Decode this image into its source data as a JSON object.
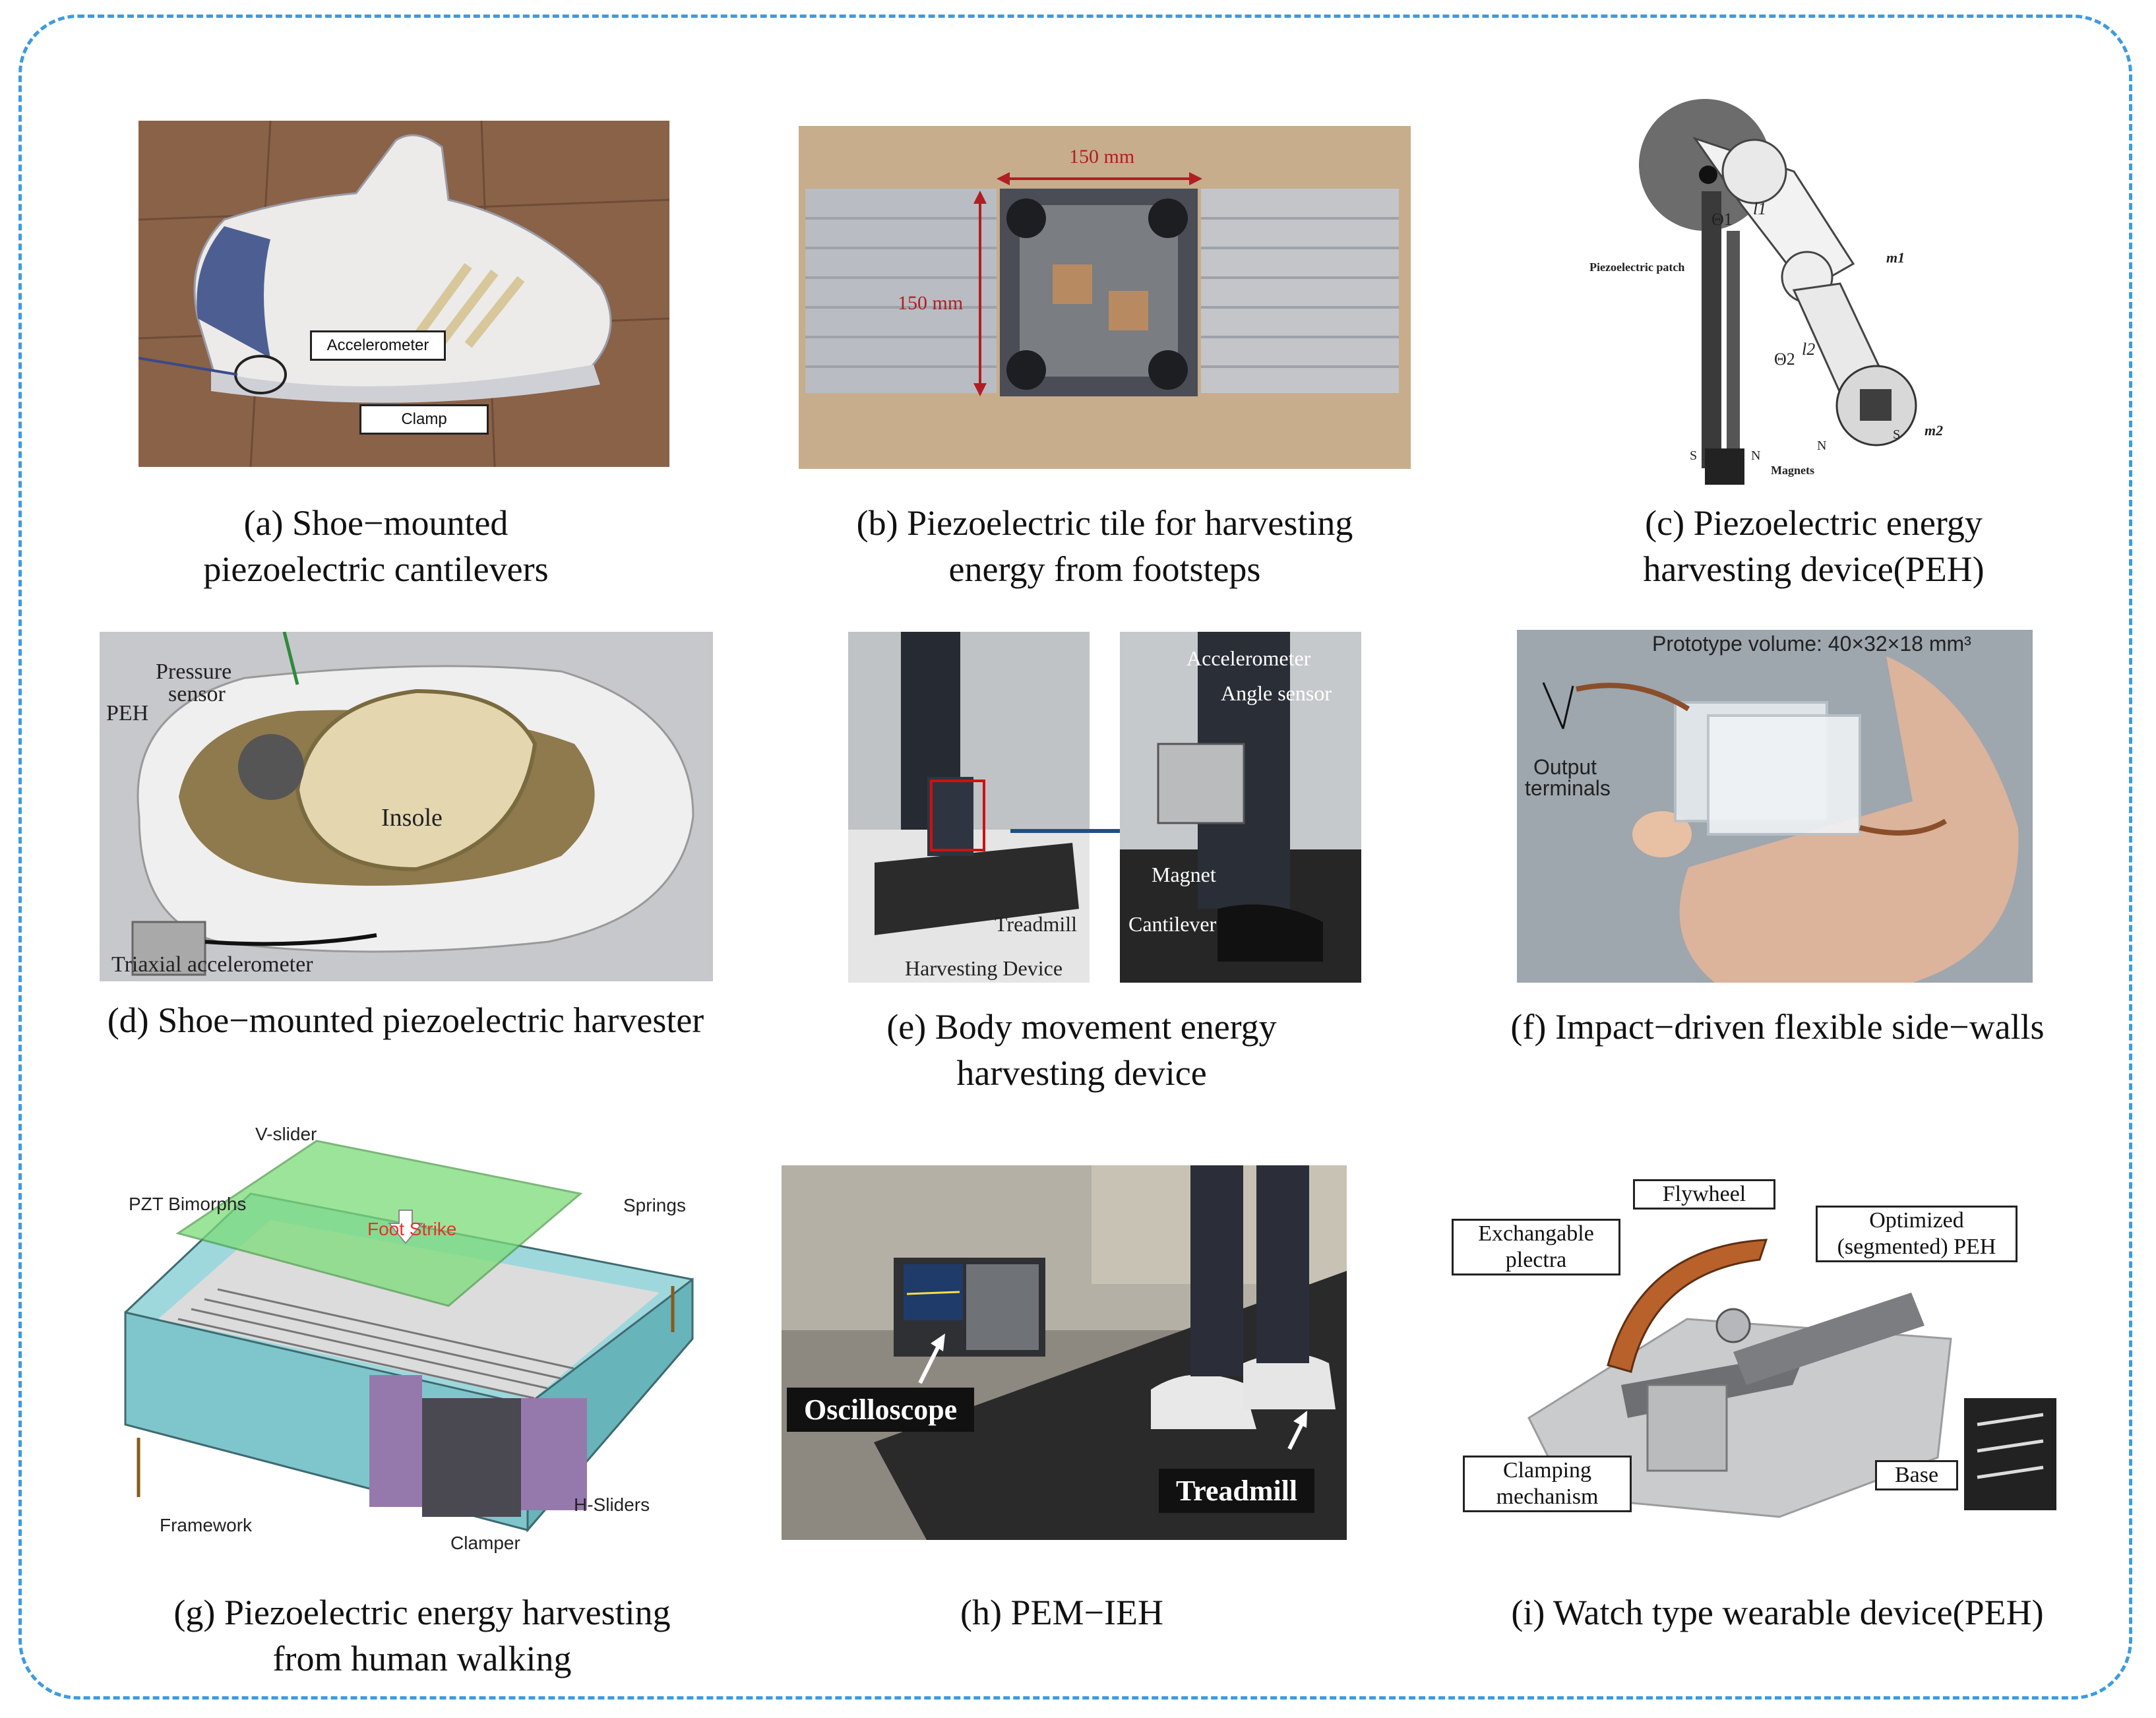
{
  "panels": {
    "a": {
      "caption_line1": "(a) Shoe−mounted",
      "caption_line2": "piezoelectric cantilevers",
      "labels": {
        "accelerometer": "Accelerometer",
        "clamp": "Clamp"
      }
    },
    "b": {
      "caption_line1": "(b) Piezoelectric tile for harvesting",
      "caption_line2": "energy from footsteps",
      "labels": {
        "width": "150 mm",
        "height": "150 mm"
      }
    },
    "c": {
      "caption_line1": "(c) Piezoelectric energy",
      "caption_line2": "harvesting device(PEH)",
      "labels": {
        "patch": "Piezoelectric patch",
        "m1": "m1",
        "m2": "m2",
        "l1": "l1",
        "l2": "l2",
        "theta1": "Θ1",
        "theta2": "Θ2",
        "magnets": "Magnets",
        "s1": "S",
        "n1": "N",
        "n2": "N",
        "s2": "S"
      }
    },
    "d": {
      "caption": "(d) Shoe−mounted piezoelectric  harvester",
      "labels": {
        "pressure1": "Pressure",
        "pressure2": "sensor",
        "peh": "PEH",
        "insole": "Insole",
        "triaxial": "Triaxial accelerometer"
      }
    },
    "e": {
      "caption_line1": "(e) Body movement energy",
      "caption_line2": "harvesting device",
      "labels": {
        "accelerometer": "Accelerometer",
        "angle": "Angle sensor",
        "magnet": "Magnet",
        "cantilever": "Cantilever",
        "treadmill": "Treadmill",
        "harvesting": "Harvesting Device"
      }
    },
    "f": {
      "caption": "(f) Impact−driven flexible side−walls",
      "labels": {
        "volume": "Prototype volume: 40×32×18 mm³",
        "output1": "Output",
        "output2": "terminals"
      }
    },
    "g": {
      "caption_line1": "(g) Piezoelectric energy harvesting",
      "caption_line2": "from human walking",
      "labels": {
        "vslider": "V-slider",
        "pzt": "PZT Bimorphs",
        "springs": "Springs",
        "foot": "Foot Strike",
        "framework": "Framework",
        "clamper": "Clamper",
        "hsliders": "H-Sliders"
      }
    },
    "h": {
      "caption": "(h) PEM−IEH",
      "labels": {
        "oscilloscope": "Oscilloscope",
        "treadmill": "Treadmill"
      }
    },
    "i": {
      "caption": "(i) Watch type wearable device(PEH)",
      "labels": {
        "flywheel": "Flywheel",
        "exch1": "Exchangable",
        "exch2": "plectra",
        "opt1": "Optimized",
        "opt2": "(segmented) PEH",
        "clamp1": "Clamping",
        "clamp2": "mechanism",
        "base": "Base"
      }
    }
  }
}
